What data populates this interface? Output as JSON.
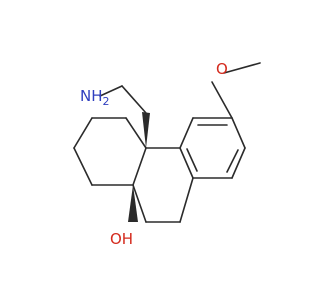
{
  "molecule": {
    "atoms": {
      "amine": "NH2",
      "amine_main": "NH",
      "amine_sub": "2",
      "ether_oxygen": "O",
      "hydroxyl": "OH"
    },
    "colors": {
      "bond": "#2b2b2b",
      "nitrogen": "#2f3fbf",
      "oxygen": "#d42a1d"
    },
    "stereo_bonds": [
      "wedge-4a-ethyl",
      "wedge-10a-OH"
    ]
  }
}
